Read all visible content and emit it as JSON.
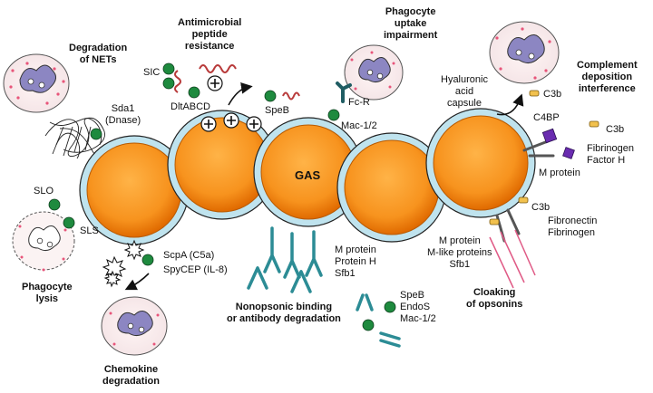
{
  "titles": {
    "degradation_nets": [
      "Degradation",
      "of NETs"
    ],
    "antimicrobial": [
      "Antimicrobial",
      "peptide",
      "resistance"
    ],
    "phagocyte_uptake": [
      "Phagocyte",
      "uptake",
      "impairment"
    ],
    "complement": [
      "Complement",
      "deposition",
      "interference"
    ],
    "phagocyte_lysis": [
      "Phagocyte",
      "lysis"
    ],
    "chemokine": [
      "Chemokine",
      "degradation"
    ],
    "nonopsonic": [
      "Nonopsonic binding",
      "or antibody degradation"
    ],
    "cloaking": [
      "Cloaking",
      "of opsonins"
    ]
  },
  "labels": {
    "sda1": [
      "Sda1",
      "(Dnase)"
    ],
    "sic": "SIC",
    "dltabcd": "DltABCD",
    "speb_top": "SpeB",
    "fc_r": "Fc-R",
    "mac": "Mac-1/2",
    "hyaluronic": [
      "Hyaluronic",
      "acid",
      "capsule"
    ],
    "c3b_capsule": "C3b",
    "c4bp": "C4BP",
    "c3b_right": "C3b",
    "fibrinogen_factor_h": [
      "Fibrinogen",
      "Factor H"
    ],
    "m_protein_right": "M protein",
    "c3b_lower": "C3b",
    "fibronectin_fibrinogen": [
      "Fibronectin",
      "Fibrinogen"
    ],
    "m_like": [
      "M protein",
      "M-like proteins",
      "Sfb1"
    ],
    "m_protein_h": [
      "M protein",
      "Protein H",
      "Sfb1"
    ],
    "slo": "SLO",
    "sls": "SLS",
    "scpa": "ScpA (C5a)",
    "spycep": "SpyCEP (IL-8)",
    "speb_endos": [
      "SpeB",
      "EndoS",
      "Mac-1/2"
    ],
    "gas": "GAS"
  },
  "colors": {
    "cell_fill": "#f7931e",
    "cell_ring": "#bfe3ee",
    "toxin": "#1e8a3e",
    "antibody": "#2c8c95",
    "neutrophil_nucleus": "#8c86c2",
    "net_pink": "#e8557a",
    "c4bp": "#6a2cb0",
    "c3b": "#f2c14e"
  }
}
